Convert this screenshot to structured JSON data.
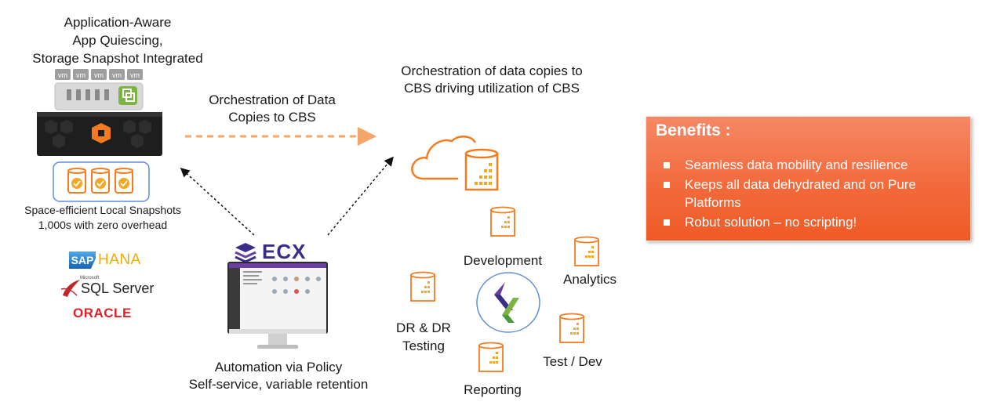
{
  "left": {
    "title_lines": [
      "Application-Aware",
      "App Quiescing,",
      "Storage Snapshot Integrated"
    ],
    "vm_labels": [
      "vm",
      "vm",
      "vm",
      "vm",
      "vm"
    ],
    "snapshot_lines": [
      "Space-efficient Local Snapshots",
      "1,000s with zero overhead"
    ],
    "logos": {
      "sap_box": "SAP",
      "sap_hana": "HANA",
      "sql_microsoft": "Microsoft",
      "sql_server": "SQL Server",
      "oracle": "ORACLE"
    }
  },
  "middle": {
    "orchestration_lines": [
      "Orchestration of Data",
      "Copies to CBS"
    ],
    "ecx_label": "ECX",
    "automation_lines": [
      "Automation via Policy",
      "Self-service, variable retention"
    ]
  },
  "right": {
    "title_lines": [
      "Orchestration of data copies to",
      "CBS driving utilization of CBS"
    ],
    "labels": {
      "development": "Development",
      "analytics": "Analytics",
      "dr_lines": [
        "DR & DR",
        "Testing"
      ],
      "testdev": "Test / Dev",
      "reporting": "Reporting"
    }
  },
  "benefits": {
    "heading": "Benefits :",
    "items": [
      "Seamless data mobility and resilience",
      "Keeps all data dehydrated and on Pure Platforms",
      "Robut solution – no scripting!"
    ]
  },
  "colors": {
    "accent_orange": "#f47b20",
    "benefit_box": "#f26a3c",
    "ecx_purple": "#3b2c8a",
    "vmware_green": "#7cb342"
  }
}
